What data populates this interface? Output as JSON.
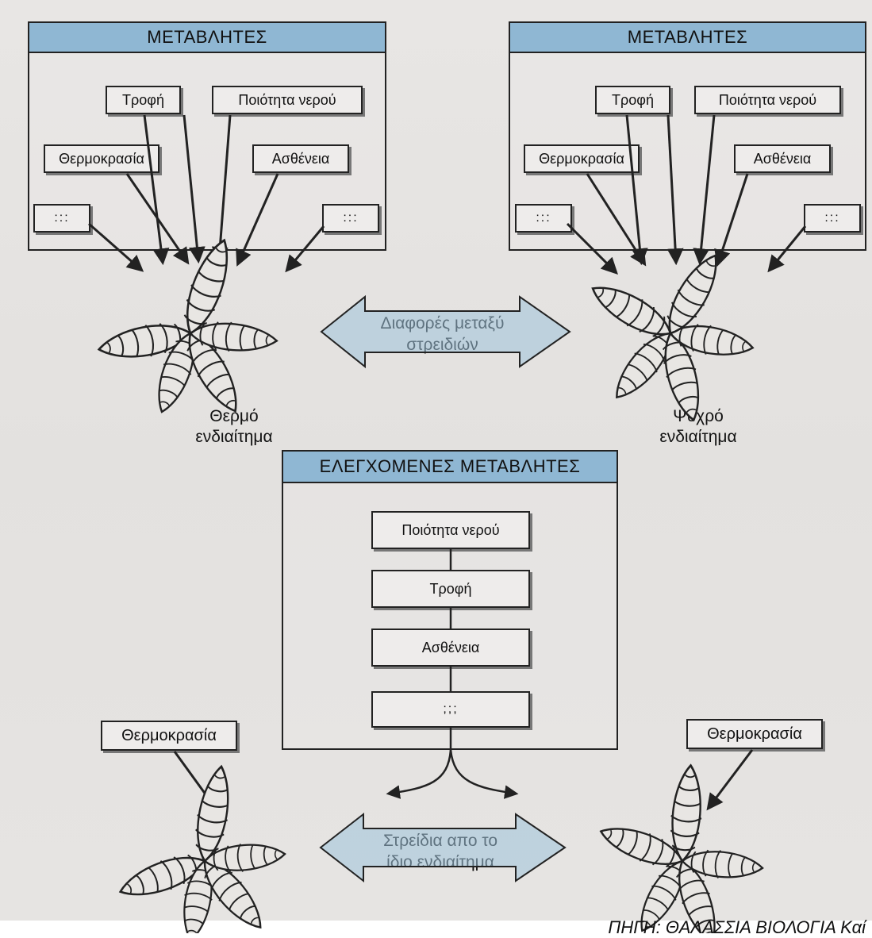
{
  "top_left": {
    "header": "ΜΕΤΑΒΛΗΤΕΣ",
    "boxes": [
      "Τροφή",
      "Ποιότητα νερού",
      "Θερμοκρασία",
      "Ασθένεια",
      ":::",
      ":::"
    ],
    "habitat": [
      "Θερμό",
      "ενδιαίτημα"
    ]
  },
  "top_right": {
    "header": "ΜΕΤΑΒΛΗΤΕΣ",
    "boxes": [
      "Τροφή",
      "Ποιότητα νερού",
      "Θερμοκρασία",
      "Ασθένεια",
      ":::",
      ":::"
    ],
    "habitat": [
      "Ψυχρό",
      "ενδιαίτημα"
    ]
  },
  "middle_arrow": [
    "Διαφορές μεταξύ",
    "στρειδιών"
  ],
  "controlled": {
    "header": "ΕΛΕΓΧΟΜΕΝΕΣ ΜΕΤΑΒΛΗΤΕΣ",
    "items": [
      "Ποιότητα νερού",
      "Τροφή",
      "Ασθένεια",
      ";;;"
    ]
  },
  "bottom_left_label": "Θερμοκρασία",
  "bottom_right_label": "Θερμοκρασία",
  "bottom_arrow": [
    "Στρείδια απο το",
    "ίδιο ενδιαίτημα"
  ],
  "source": "ΠΗΓΗ: ΘΑΛΑΣΣΙΑ ΒΙΟΛΟΓΙΑ Καί",
  "colors": {
    "header_blue": "#8fb7d3",
    "arrow_blue": "#9ec3da",
    "background": "#e6e4e2",
    "line": "#222222"
  }
}
